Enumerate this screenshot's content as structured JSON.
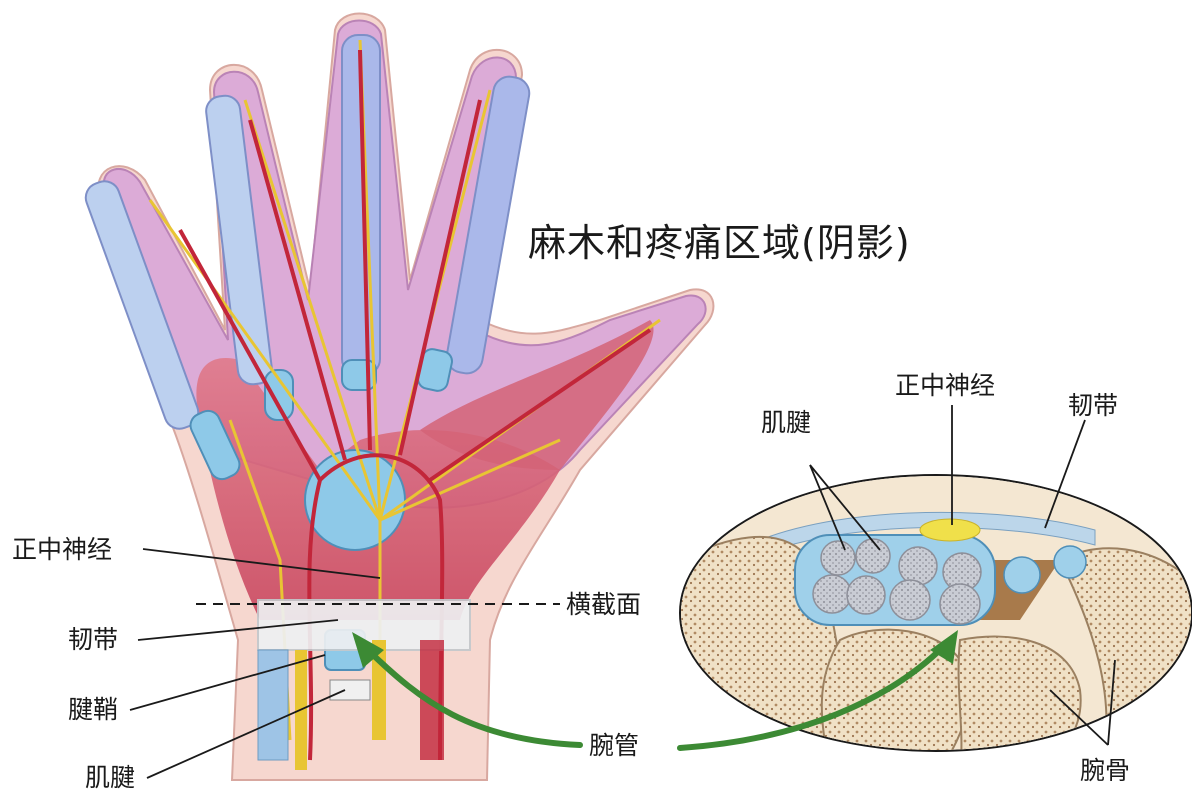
{
  "title": "麻木和疼痛区域(阴影)",
  "hand_labels": {
    "median_nerve": "正中神经",
    "cross_section": "横截面",
    "ligament": "韧带",
    "tendon_sheath": "腱鞘",
    "tendon": "肌腱",
    "carpal_tunnel": "腕管"
  },
  "section_labels": {
    "tendon": "肌腱",
    "median_nerve": "正中神经",
    "ligament": "韧带",
    "carpal_bones": "腕骨"
  },
  "colors": {
    "numb_area": "#dba9d8",
    "muscle": "#d8586e",
    "tendon": "#b9c8ee",
    "nerve": "#e8c533",
    "artery": "#c2263a",
    "sheath": "#8ec9e8",
    "bone": "#f0e0c4",
    "arrow": "#3c8a34"
  }
}
